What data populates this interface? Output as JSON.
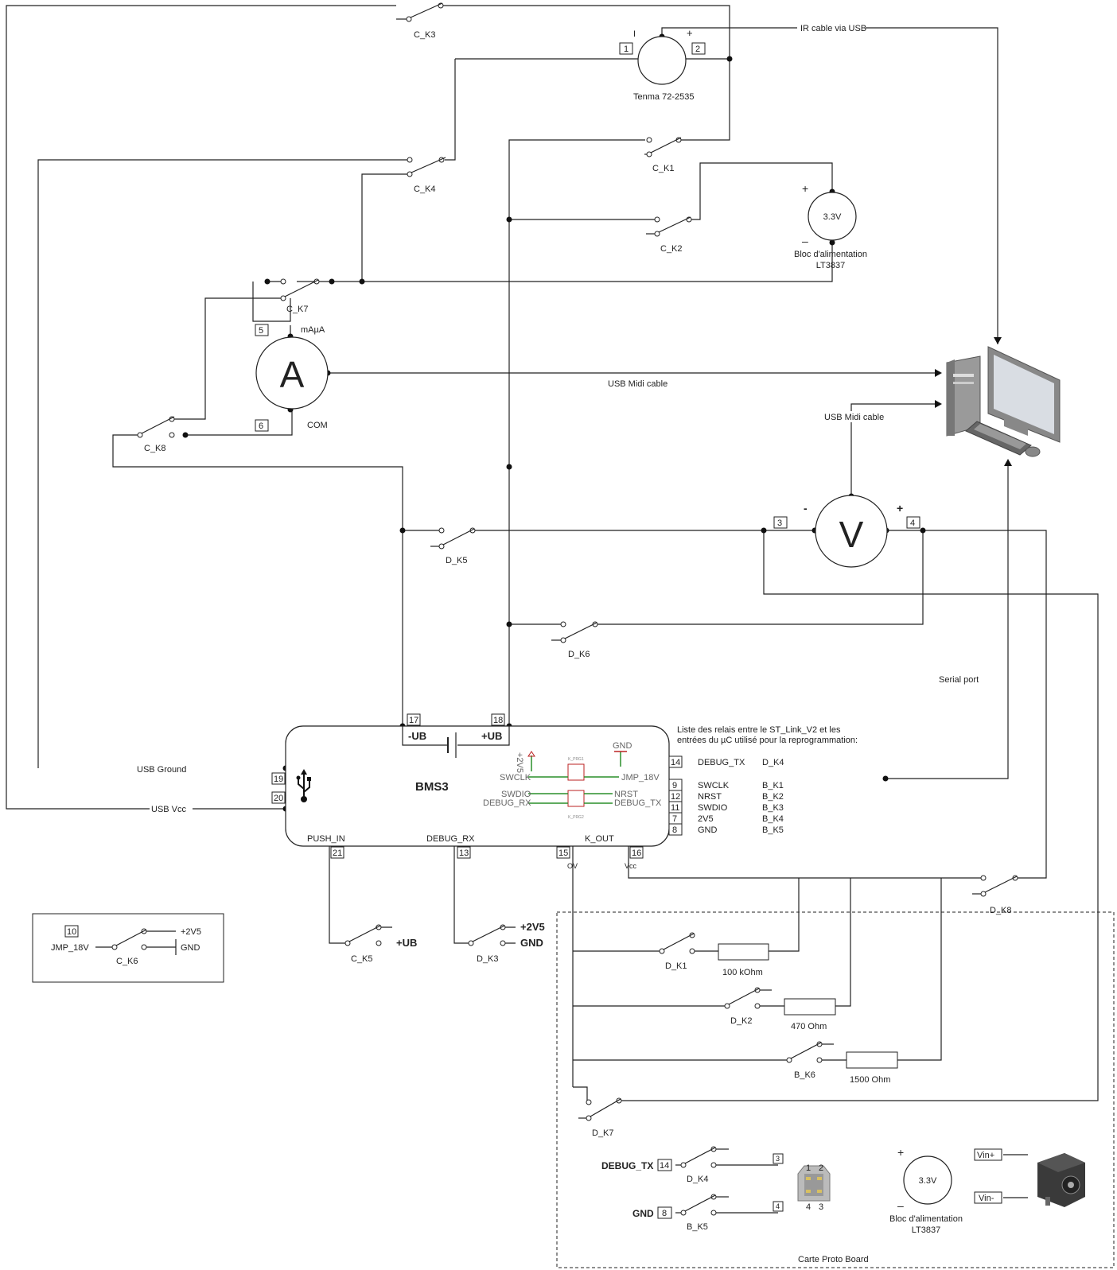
{
  "meter_tenma": {
    "label": "Tenma 72-2535",
    "pin_left": "1",
    "pin_right": "2",
    "minus": "I",
    "plus": "+"
  },
  "ir_cable": "IR cable via USB",
  "power_top": {
    "voltage": "3.3V",
    "plus": "+",
    "minus": "–",
    "label_line1": "Bloc d'alimentation",
    "label_line2": "LT3837"
  },
  "ammeter": {
    "symbol": "A",
    "range": "mAµA",
    "com": "COM",
    "pin_top": "5",
    "pin_bottom": "6"
  },
  "voltmeter": {
    "symbol": "V",
    "minus": "-",
    "plus": "+",
    "pin_left": "3",
    "pin_right": "4"
  },
  "usb_midi_1": "USB Midi cable",
  "usb_midi_2": "USB Midi cable",
  "serial_port": "Serial port",
  "relays": {
    "c_k1": "C_K1",
    "c_k2": "C_K2",
    "c_k3": "C_K3",
    "c_k4": "C_K4",
    "c_k5": "C_K5",
    "c_k6": "C_K6",
    "c_k7": "C_K7",
    "c_k8": "C_K8",
    "d_k1": "D_K1",
    "d_k2": "D_K2",
    "d_k3": "D_K3",
    "d_k4": "D_K4",
    "d_k5": "D_K5",
    "d_k6": "D_K6",
    "d_k7": "D_K7",
    "d_k8": "D_K8",
    "b_k5": "B_K5",
    "b_k6": "B_K6"
  },
  "bms": {
    "title": "BMS3",
    "minus_ub": "-UB",
    "plus_ub": "+UB",
    "pin17": "17",
    "pin18": "18",
    "pin19": "19",
    "pin20": "20",
    "pin21": "21",
    "pin13": "13",
    "pin15": "15",
    "pin16": "16",
    "usb_ground": "USB Ground",
    "usb_vcc": "USB Vcc",
    "push_in": "PUSH_IN",
    "debug_rx": "DEBUG_RX",
    "k_out": "K_OUT",
    "ov": "OV",
    "vcc": "Vcc",
    "conn": {
      "p2v5": "+2V5",
      "gnd": "GND",
      "swclk": "SWCLK",
      "jmp18v": "JMP_18V",
      "swdio": "SWDIO",
      "nrst": "NRST",
      "debug_rx": "DEBUG_RX",
      "debug_tx": "DEBUG_TX",
      "k_prg1": "K_PRG1",
      "k_prg2": "K_PRG2"
    }
  },
  "relay_list": {
    "title_line1": "Liste des relais entre le ST_Link_V2 et les",
    "title_line2": "entrées du µC utilisé pour la reprogrammation:",
    "rows": [
      {
        "pin": "14",
        "signal": "DEBUG_TX",
        "relay": "D_K4"
      },
      {
        "pin": "9",
        "signal": "SWCLK",
        "relay": "B_K1"
      },
      {
        "pin": "12",
        "signal": "NRST",
        "relay": "B_K2"
      },
      {
        "pin": "11",
        "signal": "SWDIO",
        "relay": "B_K3"
      },
      {
        "pin": "7",
        "signal": "2V5",
        "relay": "B_K4"
      },
      {
        "pin": "8",
        "signal": "GND",
        "relay": "B_K5"
      }
    ]
  },
  "jmp_box": {
    "pin": "10",
    "label": "JMP_18V",
    "top": "+2V5",
    "bottom": "GND",
    "relay": "C_K6"
  },
  "c_k5_out": "+UB",
  "d_k3_top": "+2V5",
  "d_k3_bottom": "GND",
  "resistors": {
    "r1": "100 kOhm",
    "r2": "470 Ohm",
    "r3": "1500 Ohm"
  },
  "proto": {
    "title": "Carte Proto Board",
    "debug_tx": "DEBUG_TX",
    "debug_pin": "14",
    "gnd": "GND",
    "gnd_pin": "8",
    "usb_pin3": "3",
    "usb_pin4": "4",
    "usb_t1": "1",
    "usb_t2": "2",
    "usb_b4": "4",
    "usb_b3": "3",
    "psu_voltage": "3.3V",
    "psu_plus": "+",
    "psu_minus": "–",
    "psu_line1": "Bloc d'alimentation",
    "psu_line2": "LT3837",
    "vin_plus": "Vin+",
    "vin_minus": "Vin-"
  }
}
